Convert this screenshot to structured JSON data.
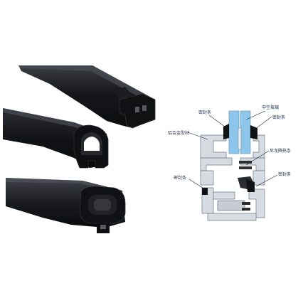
{
  "diagram": {
    "labels": {
      "seal_top": "密封条",
      "insulating_glass": "中空玻璃",
      "seal_right_top": "密封条",
      "aluminum_profile": "铝合金型材",
      "nylon_strip": "尼龙隔热条",
      "seal_left_bottom": "密封条",
      "seal_right_bottom": "密封条"
    },
    "colors": {
      "profile": "#c9d0d8",
      "profile_edge": "#6e7a86",
      "glass": "#8ec5ea",
      "rubber": "#1a1a1a",
      "label": "#1a2a4a"
    }
  },
  "photos": {
    "strip_colors": [
      "#0e0f12",
      "#222428",
      "#3a3d43"
    ]
  }
}
